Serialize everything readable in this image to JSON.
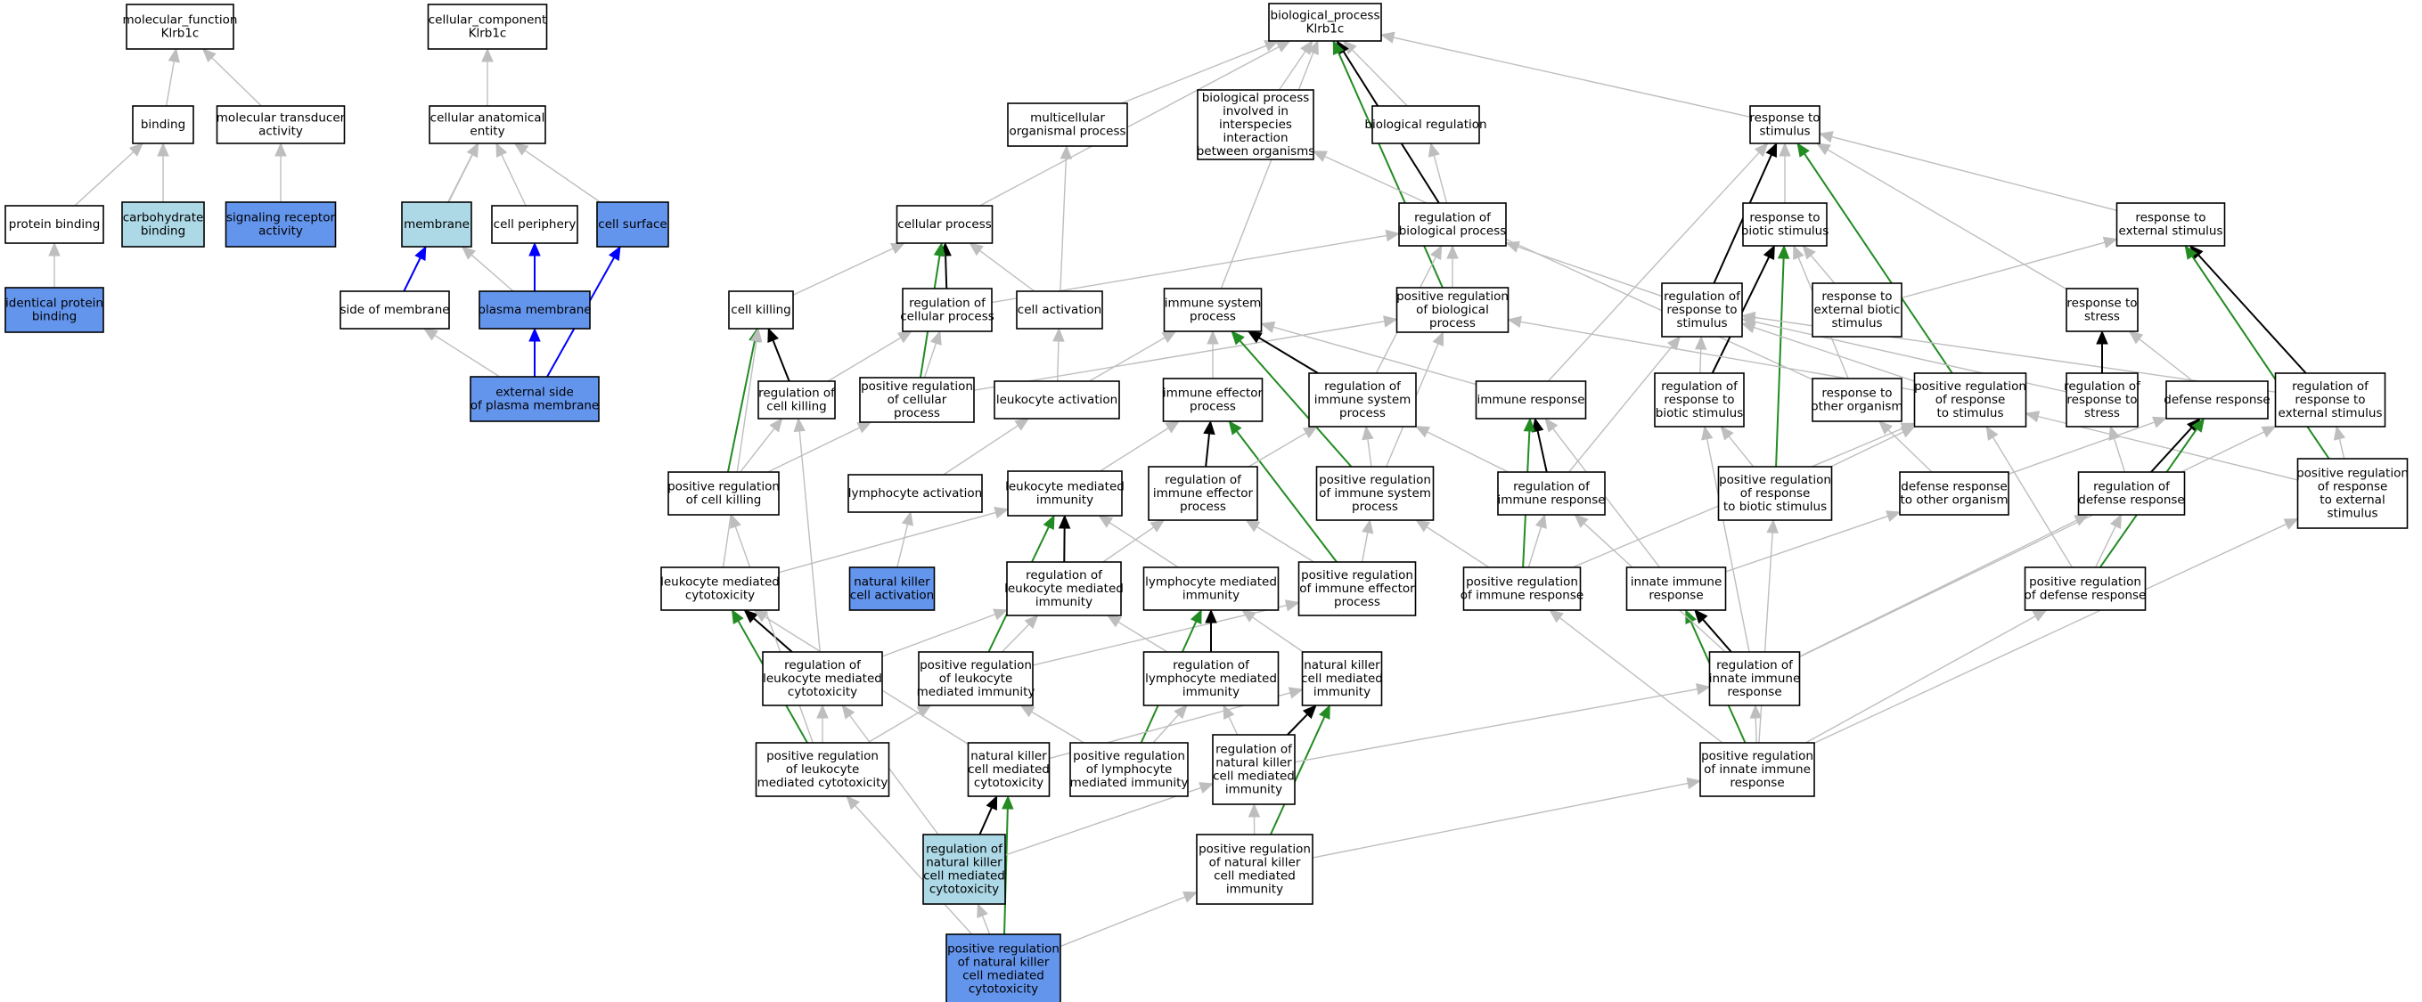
{
  "colors": {
    "white": "#ffffff",
    "light_blue": "#add8e6",
    "blue": "#6495ed",
    "edge_gray": "#bebebe",
    "edge_black": "#000000",
    "edge_green": "#228b22",
    "edge_blue": "#0000ff"
  },
  "nodes": [
    {
      "id": "mf",
      "fill": "white",
      "lines": [
        "molecular_function",
        "Klrb1c"
      ]
    },
    {
      "id": "binding",
      "fill": "white",
      "lines": [
        "binding"
      ]
    },
    {
      "id": "mta",
      "fill": "white",
      "lines": [
        "molecular transducer",
        "activity"
      ]
    },
    {
      "id": "pb",
      "fill": "white",
      "lines": [
        "protein binding"
      ]
    },
    {
      "id": "cb",
      "fill": "light_blue",
      "lines": [
        "carbohydrate",
        "binding"
      ]
    },
    {
      "id": "sra",
      "fill": "blue",
      "lines": [
        "signaling receptor",
        "activity"
      ]
    },
    {
      "id": "ipb",
      "fill": "blue",
      "lines": [
        "identical protein",
        "binding"
      ]
    },
    {
      "id": "cc",
      "fill": "white",
      "lines": [
        "cellular_component",
        "Klrb1c"
      ]
    },
    {
      "id": "cae",
      "fill": "white",
      "lines": [
        "cellular anatomical",
        "entity"
      ]
    },
    {
      "id": "mem",
      "fill": "light_blue",
      "lines": [
        "membrane"
      ]
    },
    {
      "id": "cper",
      "fill": "white",
      "lines": [
        "cell periphery"
      ]
    },
    {
      "id": "csurf",
      "fill": "blue",
      "lines": [
        "cell surface"
      ]
    },
    {
      "id": "som",
      "fill": "white",
      "lines": [
        "side of membrane"
      ]
    },
    {
      "id": "pm",
      "fill": "blue",
      "lines": [
        "plasma membrane"
      ]
    },
    {
      "id": "espm",
      "fill": "blue",
      "lines": [
        "external side",
        "of plasma membrane"
      ]
    },
    {
      "id": "bp",
      "fill": "white",
      "lines": [
        "biological_process",
        "Klrb1c"
      ]
    },
    {
      "id": "mop",
      "fill": "white",
      "lines": [
        "multicellular",
        "organismal process"
      ]
    },
    {
      "id": "bpii",
      "fill": "white",
      "lines": [
        "biological process",
        "involved in",
        "interspecies",
        "interaction",
        "between organisms"
      ]
    },
    {
      "id": "breg",
      "fill": "white",
      "lines": [
        "biological regulation"
      ]
    },
    {
      "id": "rts",
      "fill": "white",
      "lines": [
        "response to",
        "stimulus"
      ]
    },
    {
      "id": "cp",
      "fill": "white",
      "lines": [
        "cellular process"
      ]
    },
    {
      "id": "rbp",
      "fill": "white",
      "lines": [
        "regulation of",
        "biological process"
      ]
    },
    {
      "id": "rtbs",
      "fill": "white",
      "lines": [
        "response to",
        "biotic stimulus"
      ]
    },
    {
      "id": "rtes",
      "fill": "white",
      "lines": [
        "response to",
        "external stimulus"
      ]
    },
    {
      "id": "ck",
      "fill": "white",
      "lines": [
        "cell killing"
      ]
    },
    {
      "id": "rcp",
      "fill": "white",
      "lines": [
        "regulation of",
        "cellular process"
      ]
    },
    {
      "id": "ca",
      "fill": "white",
      "lines": [
        "cell activation"
      ]
    },
    {
      "id": "isp",
      "fill": "white",
      "lines": [
        "immune system",
        "process"
      ]
    },
    {
      "id": "prbp",
      "fill": "white",
      "lines": [
        "positive regulation",
        "of biological",
        "process"
      ]
    },
    {
      "id": "rors",
      "fill": "white",
      "lines": [
        "regulation of",
        "response to",
        "stimulus"
      ]
    },
    {
      "id": "rtebs",
      "fill": "white",
      "lines": [
        "response to",
        "external biotic",
        "stimulus"
      ]
    },
    {
      "id": "rtstress",
      "fill": "white",
      "lines": [
        "response to",
        "stress"
      ]
    },
    {
      "id": "rck",
      "fill": "white",
      "lines": [
        "regulation of",
        "cell killing"
      ]
    },
    {
      "id": "prcp",
      "fill": "white",
      "lines": [
        "positive regulation",
        "of cellular",
        "process"
      ]
    },
    {
      "id": "la",
      "fill": "white",
      "lines": [
        "leukocyte activation"
      ]
    },
    {
      "id": "iep",
      "fill": "white",
      "lines": [
        "immune effector",
        "process"
      ]
    },
    {
      "id": "risp",
      "fill": "white",
      "lines": [
        "regulation of",
        "immune system",
        "process"
      ]
    },
    {
      "id": "ir",
      "fill": "white",
      "lines": [
        "immune response"
      ]
    },
    {
      "id": "rrbs",
      "fill": "white",
      "lines": [
        "regulation of",
        "response to",
        "biotic stimulus"
      ]
    },
    {
      "id": "rtoo",
      "fill": "white",
      "lines": [
        "response to",
        "other organism"
      ]
    },
    {
      "id": "prrs",
      "fill": "white",
      "lines": [
        "positive regulation",
        "of response",
        "to stimulus"
      ]
    },
    {
      "id": "rrstress",
      "fill": "white",
      "lines": [
        "regulation of",
        "response to",
        "stress"
      ]
    },
    {
      "id": "dr",
      "fill": "white",
      "lines": [
        "defense response"
      ]
    },
    {
      "id": "rres",
      "fill": "white",
      "lines": [
        "regulation of",
        "response to",
        "external stimulus"
      ]
    },
    {
      "id": "prck",
      "fill": "white",
      "lines": [
        "positive regulation",
        "of cell killing"
      ]
    },
    {
      "id": "lact",
      "fill": "white",
      "lines": [
        "lymphocyte activation"
      ]
    },
    {
      "id": "lmi",
      "fill": "white",
      "lines": [
        "leukocyte mediated",
        "immunity"
      ]
    },
    {
      "id": "riep",
      "fill": "white",
      "lines": [
        "regulation of",
        "immune effector",
        "process"
      ]
    },
    {
      "id": "prisp",
      "fill": "white",
      "lines": [
        "positive regulation",
        "of immune system",
        "process"
      ]
    },
    {
      "id": "rir",
      "fill": "white",
      "lines": [
        "regulation of",
        "immune response"
      ]
    },
    {
      "id": "prrbs",
      "fill": "white",
      "lines": [
        "positive regulation",
        "of response",
        "to biotic stimulus"
      ]
    },
    {
      "id": "drtoo",
      "fill": "white",
      "lines": [
        "defense response",
        "to other organism"
      ]
    },
    {
      "id": "rdr",
      "fill": "white",
      "lines": [
        "regulation of",
        "defense response"
      ]
    },
    {
      "id": "prres",
      "fill": "white",
      "lines": [
        "positive regulation",
        "of response",
        "to external",
        "stimulus"
      ]
    },
    {
      "id": "lmc",
      "fill": "white",
      "lines": [
        "leukocyte mediated",
        "cytotoxicity"
      ]
    },
    {
      "id": "nkca",
      "fill": "blue",
      "lines": [
        "natural killer",
        "cell activation"
      ]
    },
    {
      "id": "rlmi",
      "fill": "white",
      "lines": [
        "regulation of",
        "leukocyte mediated",
        "immunity"
      ]
    },
    {
      "id": "lymi",
      "fill": "white",
      "lines": [
        "lymphocyte mediated",
        "immunity"
      ]
    },
    {
      "id": "priep",
      "fill": "white",
      "lines": [
        "positive regulation",
        "of immune effector",
        "process"
      ]
    },
    {
      "id": "prir",
      "fill": "white",
      "lines": [
        "positive regulation",
        "of immune response"
      ]
    },
    {
      "id": "iir",
      "fill": "white",
      "lines": [
        "innate immune",
        "response"
      ]
    },
    {
      "id": "prdr",
      "fill": "white",
      "lines": [
        "positive regulation",
        "of defense response"
      ]
    },
    {
      "id": "rlmc",
      "fill": "white",
      "lines": [
        "regulation of",
        "leukocyte mediated",
        "cytotoxicity"
      ]
    },
    {
      "id": "prlmi",
      "fill": "white",
      "lines": [
        "positive regulation",
        "of leukocyte",
        "mediated immunity"
      ]
    },
    {
      "id": "rlymi",
      "fill": "white",
      "lines": [
        "regulation of",
        "lymphocyte mediated",
        "immunity"
      ]
    },
    {
      "id": "nkcmi",
      "fill": "white",
      "lines": [
        "natural killer",
        "cell mediated",
        "immunity"
      ]
    },
    {
      "id": "riir",
      "fill": "white",
      "lines": [
        "regulation of",
        "innate immune",
        "response"
      ]
    },
    {
      "id": "prlmc",
      "fill": "white",
      "lines": [
        "positive regulation",
        "of leukocyte",
        "mediated cytotoxicity"
      ]
    },
    {
      "id": "nkcmc",
      "fill": "white",
      "lines": [
        "natural killer",
        "cell mediated",
        "cytotoxicity"
      ]
    },
    {
      "id": "prlymi",
      "fill": "white",
      "lines": [
        "positive regulation",
        "of lymphocyte",
        "mediated immunity"
      ]
    },
    {
      "id": "rnkcmi",
      "fill": "white",
      "lines": [
        "regulation of",
        "natural killer",
        "cell mediated",
        "immunity"
      ]
    },
    {
      "id": "priir",
      "fill": "white",
      "lines": [
        "positive regulation",
        "of innate immune",
        "response"
      ]
    },
    {
      "id": "rnkcmc",
      "fill": "light_blue",
      "lines": [
        "regulation of",
        "natural killer",
        "cell mediated",
        "cytotoxicity"
      ]
    },
    {
      "id": "prnkcmi",
      "fill": "white",
      "lines": [
        "positive regulation",
        "of natural killer",
        "cell mediated",
        "immunity"
      ]
    },
    {
      "id": "prnkcmc",
      "fill": "blue",
      "lines": [
        "positive regulation",
        "of natural killer",
        "cell mediated",
        "cytotoxicity"
      ]
    }
  ],
  "edges": [
    [
      "binding",
      "mf",
      "gray"
    ],
    [
      "mta",
      "mf",
      "gray"
    ],
    [
      "pb",
      "binding",
      "gray"
    ],
    [
      "cb",
      "binding",
      "gray"
    ],
    [
      "sra",
      "mta",
      "gray"
    ],
    [
      "ipb",
      "pb",
      "gray"
    ],
    [
      "cae",
      "cc",
      "gray"
    ],
    [
      "mem",
      "cae",
      "gray"
    ],
    [
      "cper",
      "cae",
      "gray"
    ],
    [
      "csurf",
      "cae",
      "gray"
    ],
    [
      "som",
      "cae",
      "gray"
    ],
    [
      "som",
      "mem",
      "blue"
    ],
    [
      "pm",
      "mem",
      "gray"
    ],
    [
      "pm",
      "cper",
      "blue"
    ],
    [
      "espm",
      "som",
      "gray"
    ],
    [
      "espm",
      "pm",
      "blue"
    ],
    [
      "espm",
      "csurf",
      "blue"
    ],
    [
      "mop",
      "bp",
      "gray"
    ],
    [
      "bpii",
      "bp",
      "gray"
    ],
    [
      "breg",
      "bp",
      "gray"
    ],
    [
      "rts",
      "bp",
      "gray"
    ],
    [
      "cp",
      "bp",
      "gray"
    ],
    [
      "isp",
      "bp",
      "gray"
    ],
    [
      "rbp",
      "bp",
      "black"
    ],
    [
      "prbp",
      "bp",
      "green"
    ],
    [
      "rbp",
      "breg",
      "gray"
    ],
    [
      "prbp",
      "rbp",
      "gray"
    ],
    [
      "rtbs",
      "rts",
      "gray"
    ],
    [
      "rtes",
      "rts",
      "gray"
    ],
    [
      "rtstress",
      "rts",
      "gray"
    ],
    [
      "rors",
      "rts",
      "black"
    ],
    [
      "prrs",
      "rts",
      "green"
    ],
    [
      "ir",
      "rts",
      "gray"
    ],
    [
      "rtebs",
      "rtbs",
      "gray"
    ],
    [
      "rtebs",
      "rtes",
      "gray"
    ],
    [
      "rtoo",
      "bpii",
      "gray"
    ],
    [
      "rtoo",
      "rtbs",
      "gray"
    ],
    [
      "rrbs",
      "rtbs",
      "black"
    ],
    [
      "prrbs",
      "rtbs",
      "green"
    ],
    [
      "rors",
      "rbp",
      "gray"
    ],
    [
      "rcp",
      "rbp",
      "gray"
    ],
    [
      "risp",
      "rbp",
      "gray"
    ],
    [
      "ck",
      "cp",
      "gray"
    ],
    [
      "ca",
      "cp",
      "gray"
    ],
    [
      "ca",
      "mop",
      "gray"
    ],
    [
      "rcp",
      "cp",
      "black"
    ],
    [
      "prcp",
      "cp",
      "green"
    ],
    [
      "rck",
      "ck",
      "black"
    ],
    [
      "prck",
      "ck",
      "green"
    ],
    [
      "rck",
      "rcp",
      "gray"
    ],
    [
      "prck",
      "rck",
      "gray"
    ],
    [
      "prck",
      "prcp",
      "gray"
    ],
    [
      "prcp",
      "rcp",
      "gray"
    ],
    [
      "prcp",
      "prbp",
      "gray"
    ],
    [
      "la",
      "ca",
      "gray"
    ],
    [
      "la",
      "isp",
      "gray"
    ],
    [
      "lact",
      "la",
      "gray"
    ],
    [
      "nkca",
      "lact",
      "gray"
    ],
    [
      "iep",
      "isp",
      "gray"
    ],
    [
      "risp",
      "isp",
      "black"
    ],
    [
      "prisp",
      "isp",
      "green"
    ],
    [
      "ir",
      "isp",
      "gray"
    ],
    [
      "prisp",
      "risp",
      "gray"
    ],
    [
      "prisp",
      "prbp",
      "gray"
    ],
    [
      "lmi",
      "iep",
      "gray"
    ],
    [
      "riep",
      "iep",
      "black"
    ],
    [
      "priep",
      "iep",
      "green"
    ],
    [
      "riep",
      "risp",
      "gray"
    ],
    [
      "priep",
      "riep",
      "gray"
    ],
    [
      "priep",
      "prisp",
      "gray"
    ],
    [
      "rrbs",
      "rors",
      "gray"
    ],
    [
      "prrs",
      "rors",
      "gray"
    ],
    [
      "rrstress",
      "rors",
      "gray"
    ],
    [
      "rres",
      "rors",
      "gray"
    ],
    [
      "prrs",
      "prbp",
      "gray"
    ],
    [
      "rrstress",
      "rtstress",
      "black"
    ],
    [
      "dr",
      "rtstress",
      "gray"
    ],
    [
      "rres",
      "rtes",
      "black"
    ],
    [
      "prres",
      "rtes",
      "green"
    ],
    [
      "prres",
      "rres",
      "gray"
    ],
    [
      "prres",
      "prrs",
      "gray"
    ],
    [
      "drtoo",
      "dr",
      "gray"
    ],
    [
      "drtoo",
      "rtoo",
      "gray"
    ],
    [
      "rdr",
      "dr",
      "black"
    ],
    [
      "prdr",
      "dr",
      "green"
    ],
    [
      "rdr",
      "rrstress",
      "gray"
    ],
    [
      "prdr",
      "rdr",
      "gray"
    ],
    [
      "prdr",
      "prrs",
      "gray"
    ],
    [
      "prrbs",
      "rrbs",
      "gray"
    ],
    [
      "prrbs",
      "prrs",
      "gray"
    ],
    [
      "rir",
      "ir",
      "black"
    ],
    [
      "prir",
      "ir",
      "green"
    ],
    [
      "rir",
      "risp",
      "gray"
    ],
    [
      "rir",
      "rors",
      "gray"
    ],
    [
      "prir",
      "rir",
      "gray"
    ],
    [
      "prir",
      "prisp",
      "gray"
    ],
    [
      "prir",
      "prrs",
      "gray"
    ],
    [
      "lmc",
      "lmi",
      "gray"
    ],
    [
      "lmc",
      "ck",
      "gray"
    ],
    [
      "rlmi",
      "lmi",
      "black"
    ],
    [
      "prlmi",
      "lmi",
      "green"
    ],
    [
      "rlmi",
      "riep",
      "gray"
    ],
    [
      "lymi",
      "lmi",
      "gray"
    ],
    [
      "rlmc",
      "lmc",
      "black"
    ],
    [
      "prlmc",
      "lmc",
      "green"
    ],
    [
      "rlmc",
      "rlmi",
      "gray"
    ],
    [
      "rlmc",
      "rck",
      "gray"
    ],
    [
      "prlmc",
      "rlmc",
      "gray"
    ],
    [
      "prlmc",
      "prlmi",
      "gray"
    ],
    [
      "prlmc",
      "prck",
      "gray"
    ],
    [
      "prlmi",
      "rlmi",
      "gray"
    ],
    [
      "prlmi",
      "priep",
      "gray"
    ],
    [
      "rlymi",
      "lymi",
      "black"
    ],
    [
      "prlymi",
      "lymi",
      "green"
    ],
    [
      "rlymi",
      "rlmi",
      "gray"
    ],
    [
      "prlymi",
      "rlymi",
      "gray"
    ],
    [
      "prlymi",
      "prlmi",
      "gray"
    ],
    [
      "nkcmi",
      "lymi",
      "gray"
    ],
    [
      "rnkcmi",
      "nkcmi",
      "black"
    ],
    [
      "prnkcmi",
      "nkcmi",
      "green"
    ],
    [
      "rnkcmi",
      "rlymi",
      "gray"
    ],
    [
      "rnkcmi",
      "riir",
      "gray"
    ],
    [
      "prnkcmi",
      "rnkcmi",
      "gray"
    ],
    [
      "prnkcmi",
      "priir",
      "gray"
    ],
    [
      "iir",
      "ir",
      "gray"
    ],
    [
      "iir",
      "drtoo",
      "gray"
    ],
    [
      "riir",
      "iir",
      "black"
    ],
    [
      "priir",
      "iir",
      "green"
    ],
    [
      "riir",
      "rir",
      "gray"
    ],
    [
      "riir",
      "rdr",
      "gray"
    ],
    [
      "riir",
      "rrbs",
      "gray"
    ],
    [
      "riir",
      "rres",
      "gray"
    ],
    [
      "priir",
      "riir",
      "gray"
    ],
    [
      "priir",
      "prir",
      "gray"
    ],
    [
      "priir",
      "prdr",
      "gray"
    ],
    [
      "priir",
      "prrbs",
      "gray"
    ],
    [
      "priir",
      "prres",
      "gray"
    ],
    [
      "nkcmc",
      "lmc",
      "gray"
    ],
    [
      "nkcmc",
      "nkcmi",
      "gray"
    ],
    [
      "rnkcmc",
      "nkcmc",
      "black"
    ],
    [
      "prnkcmc",
      "nkcmc",
      "green"
    ],
    [
      "rnkcmc",
      "rlmc",
      "gray"
    ],
    [
      "rnkcmc",
      "rnkcmi",
      "gray"
    ],
    [
      "prnkcmc",
      "rnkcmc",
      "gray"
    ],
    [
      "prnkcmc",
      "prlmc",
      "gray"
    ],
    [
      "prnkcmc",
      "prnkcmi",
      "gray"
    ]
  ]
}
